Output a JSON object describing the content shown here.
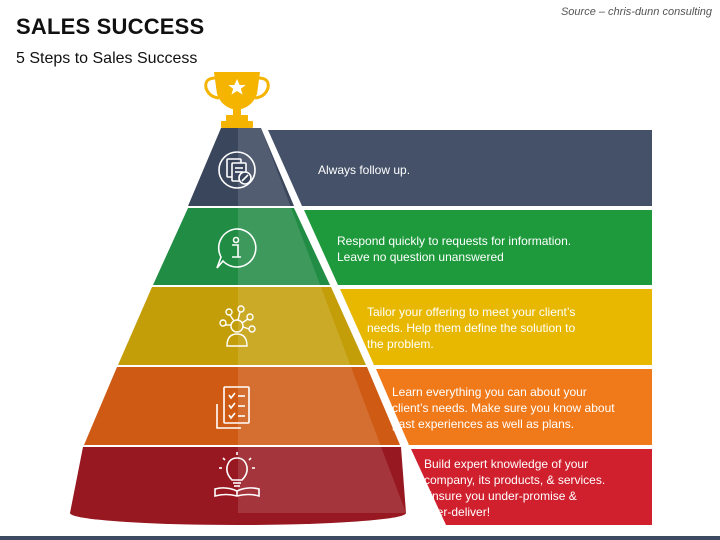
{
  "header": {
    "title": "SALES SUCCESS",
    "subtitle": "5 Steps to Sales Success",
    "source": "Source – chris-dunn consulting"
  },
  "steps": [
    {
      "text": "Always follow up.",
      "color": "#445168",
      "icon": "document-edit-icon"
    },
    {
      "text": "Respond quickly to requests for information.\nLeave no question unanswered",
      "color": "#1e9a3c",
      "icon": "info-chat-icon"
    },
    {
      "text": "Tailor your offering to meet your client’s\nneeds. Help them define the solution to\nthe problem.",
      "color": "#e8b800",
      "icon": "person-ideas-icon"
    },
    {
      "text": "Learn everything you can about your\nclient’s needs. Make sure you know about\npast experiences as well as plans.",
      "color": "#f07a1a",
      "icon": "checklist-icon"
    },
    {
      "text": "Build expert knowledge of your\ncompany, its products, & services.\nEnsure you under-promise &\nover-deliver!",
      "color": "#d0202e",
      "icon": "lightbulb-book-icon"
    }
  ],
  "pyramid_colors": [
    "#3a465c",
    "#218c44",
    "#c49e09",
    "#cf5a13",
    "#971820"
  ],
  "trophy_color": "#f4b400"
}
